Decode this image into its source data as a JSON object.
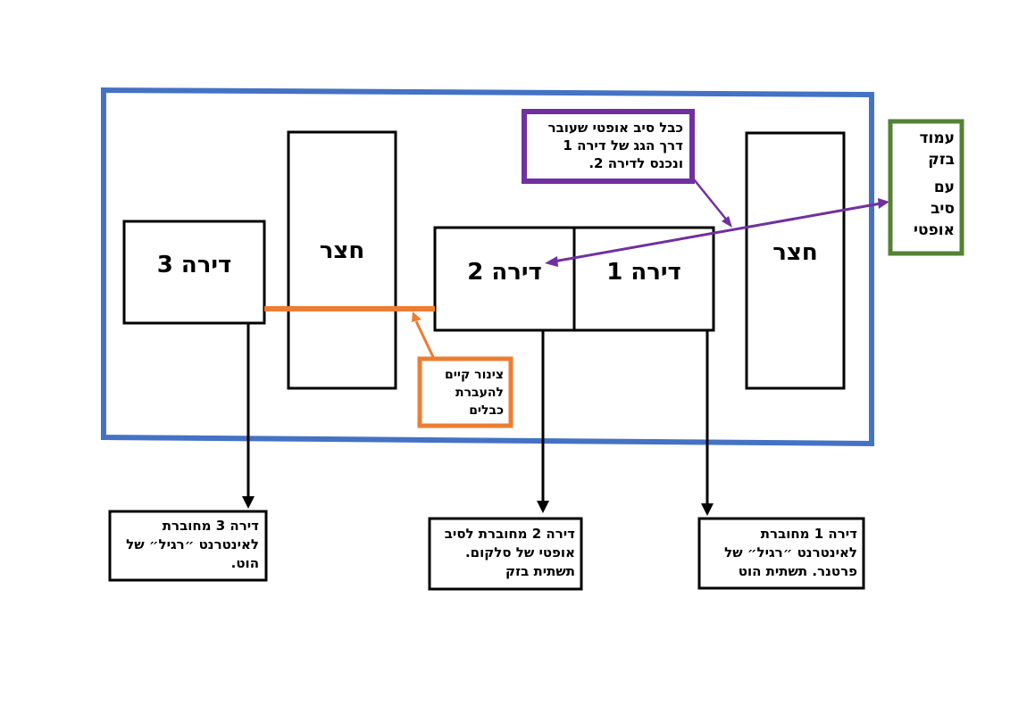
{
  "apartment3": {
    "label": "דירה 3"
  },
  "courtyard_left": {
    "label": "חצר"
  },
  "apartment2": {
    "label": "דירה 2"
  },
  "apartment1": {
    "label": "דירה 1"
  },
  "courtyard_right": {
    "label": "חצר"
  },
  "cable_note": {
    "line1": "כבל סיב אופטי שעובר",
    "line2": "דרך הגג של דירה 1",
    "line3": "ונכנס לדירה 2."
  },
  "pole": {
    "line1": "עמוד",
    "line2": "בזק",
    "line3": "עם",
    "line4": "סיב",
    "line5": "אופטי"
  },
  "conduit_note": {
    "line1": "צינור קיים",
    "line2": "להעברת",
    "line3": "כבלים"
  },
  "apt3_note": {
    "line1": "דירה 3 מחוברת",
    "line2": "לאינטרנט ״רגיל״ של",
    "line3": "הוט."
  },
  "apt2_note": {
    "line1": "דירה 2 מחוברת לסיב",
    "line2": "אופטי של סלקום.",
    "line3": "תשתית בזק"
  },
  "apt1_note": {
    "line1": "דירה 1 מחוברת",
    "line2": "לאינטרנט ״רגיל״ של",
    "line3": "פרטנר. תשתית הוט"
  },
  "colors": {
    "building_border": "#4472c4",
    "conduit": "#ed7d31",
    "fiber_cable": "#7030a0",
    "pole_border": "#548235"
  }
}
